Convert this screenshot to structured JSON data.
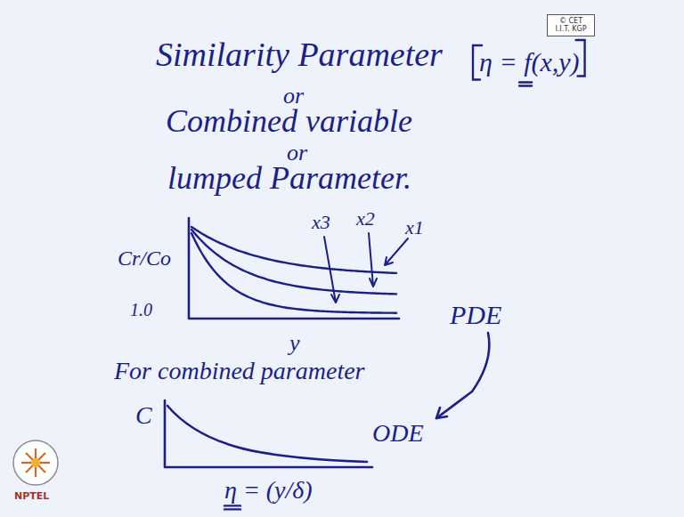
{
  "diagram": {
    "nodes": [
      {
        "text": [
          "© CET I.I.T. KGP"
        ]
      }
    ],
    "labels": [
      "Similarity Parameter",
      "η = f(x,y)",
      "or",
      "Combined variable",
      "or",
      "lumped Parameter.",
      "Cr/Co",
      "1.0",
      "x3",
      "x2",
      "x1",
      "y",
      "PDE",
      "For combined parameter",
      "C",
      "ODE",
      "η = (y/δ)",
      "NPTEL"
    ]
  }
}
